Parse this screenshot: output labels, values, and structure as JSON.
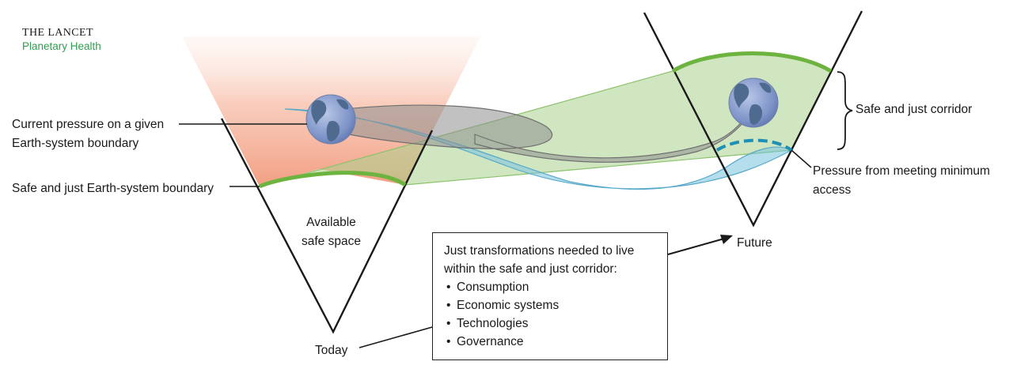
{
  "brand": {
    "journal": "THE LANCET",
    "section": "Planetary Health"
  },
  "labels": {
    "current_pressure_line1": "Current pressure on a given",
    "current_pressure_line2": "Earth-system boundary",
    "safe_just_boundary": "Safe and just Earth-system boundary",
    "available_line1": "Available",
    "available_line2": "safe space",
    "today": "Today",
    "future": "Future",
    "safe_just_corridor": "Safe and just corridor",
    "minimum_access_line1": "Pressure from meeting minimum",
    "minimum_access_line2": "access"
  },
  "transformations": {
    "heading_line1": "Just transformations needed to live",
    "heading_line2": "within the safe and just corridor:",
    "items": [
      "Consumption",
      "Economic systems",
      "Technologies",
      "Governance"
    ]
  },
  "colors": {
    "boundary_green": "#6db33f",
    "corridor_green": "#a9d18e",
    "pressure_grey": "#9a9a9a",
    "minimum_access_blue": "#79c3df",
    "pressure_red": "#f4a68c",
    "brand_green": "#2e9e4f"
  },
  "icons": [
    "earth-globe-icon"
  ]
}
